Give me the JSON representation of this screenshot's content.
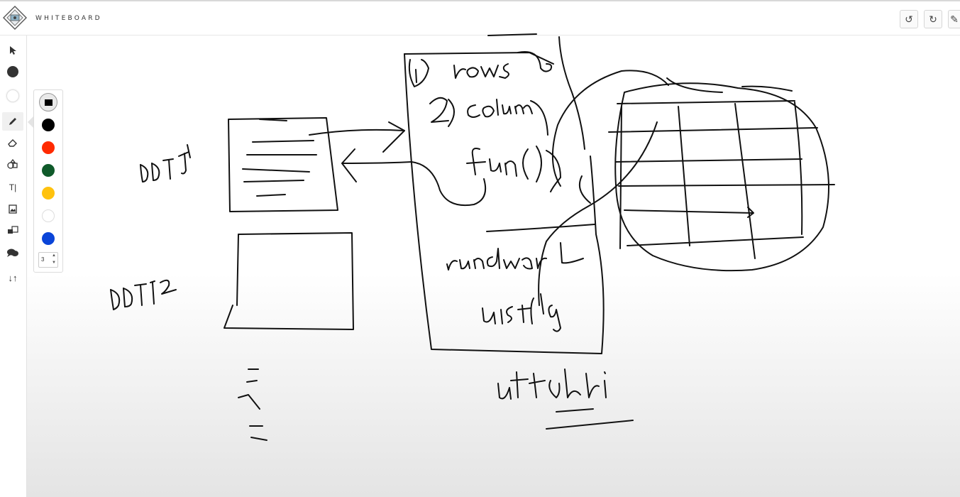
{
  "app": {
    "title": "WHITEBOARD"
  },
  "header": {
    "buttons": [
      {
        "name": "undo-button",
        "icon": "undo-icon",
        "glyph": "↺"
      },
      {
        "name": "redo-button",
        "icon": "redo-icon",
        "glyph": "↻"
      },
      {
        "name": "settings-button",
        "icon": "wrench-icon",
        "glyph": "✎"
      }
    ]
  },
  "toolbar": {
    "tools": [
      {
        "name": "select-tool",
        "icon": "cursor-icon",
        "glyph": "➤"
      },
      {
        "name": "fill-color-tool",
        "icon": "filled-circle-icon",
        "glyph": "●"
      },
      {
        "name": "background-color-tool",
        "icon": "empty-circle-icon",
        "glyph": "○"
      },
      {
        "name": "pen-tool",
        "icon": "pencil-icon",
        "glyph": "✎",
        "active": true
      },
      {
        "name": "eraser-tool",
        "icon": "eraser-icon",
        "glyph": "⌫"
      },
      {
        "name": "shapes-tool",
        "icon": "shapes-icon",
        "glyph": "⬟"
      },
      {
        "name": "text-tool",
        "icon": "text-icon",
        "glyph": "T|"
      },
      {
        "name": "image-tool",
        "icon": "image-icon",
        "glyph": "▣"
      },
      {
        "name": "link-image-tool",
        "icon": "image-link-icon",
        "glyph": "◲"
      },
      {
        "name": "comment-tool",
        "icon": "speech-bubble-icon",
        "glyph": "💬"
      },
      {
        "name": "sort-tool",
        "icon": "up-down-arrows-icon",
        "glyph": "↓↑"
      }
    ]
  },
  "palette": {
    "colors": [
      "#000000",
      "#000000",
      "#ff2a00",
      "#0f5a2a",
      "#ffc20e",
      "#ffffff",
      "#0a44d8"
    ],
    "selected_index": 0,
    "stroke_size": "3"
  },
  "sketch": {
    "color": "#111111"
  }
}
